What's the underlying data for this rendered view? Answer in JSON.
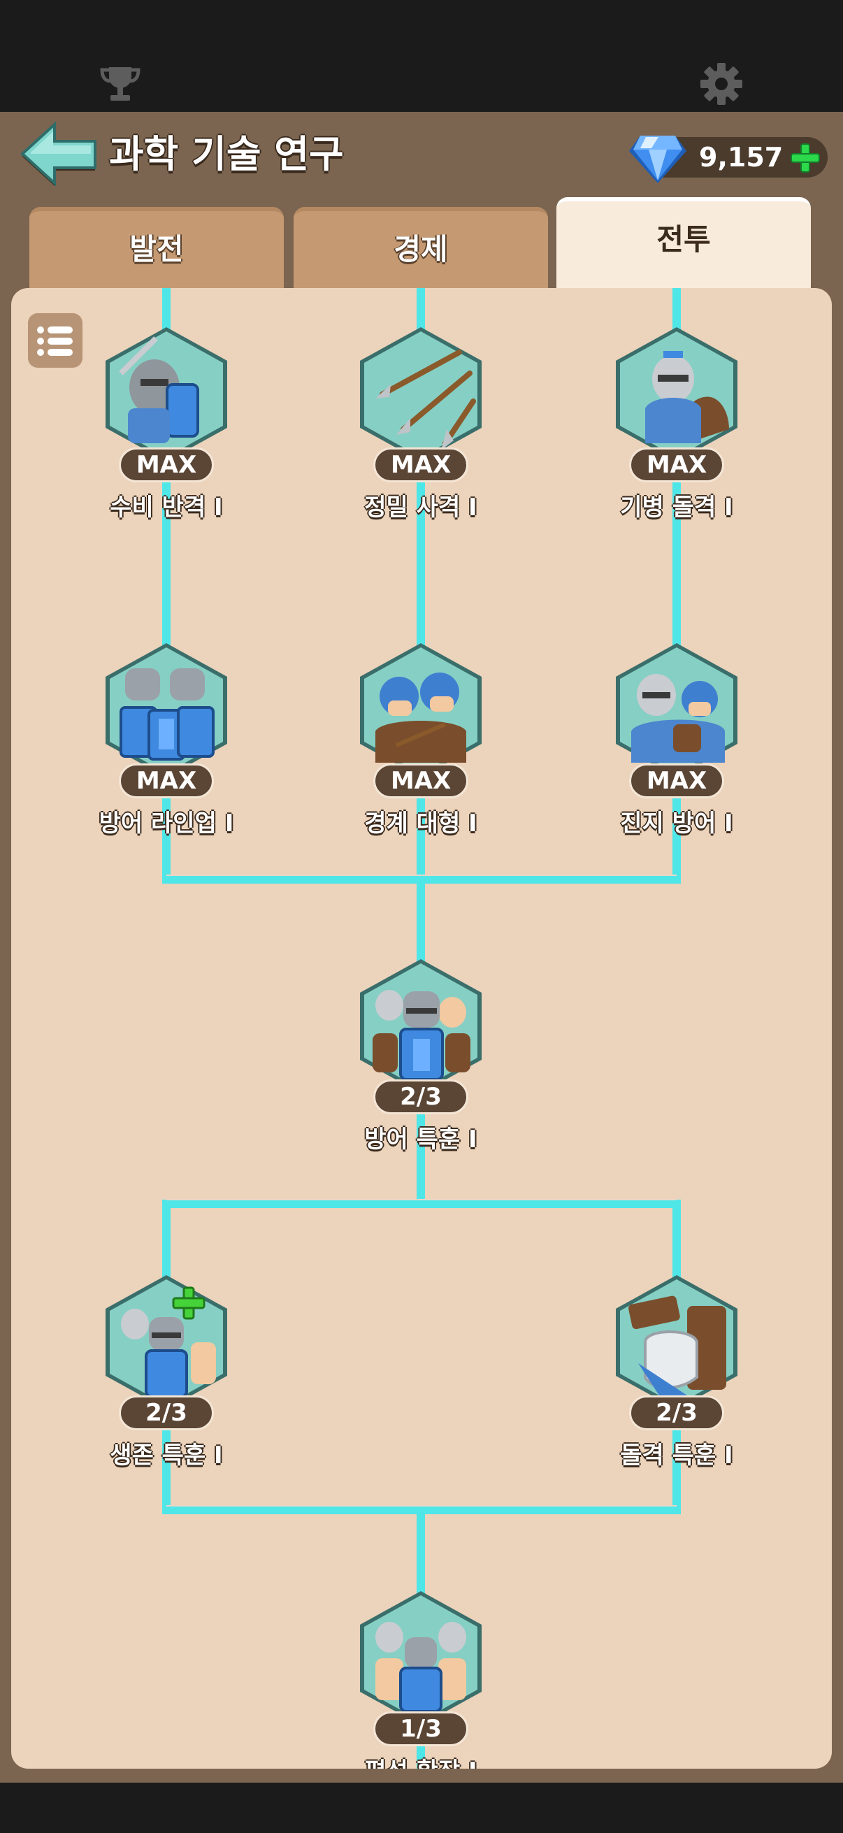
{
  "header": {
    "title": "과학 기술 연구",
    "gems": "9,157"
  },
  "tabs": [
    {
      "label": "발전"
    },
    {
      "label": "경제"
    },
    {
      "label": "전투"
    }
  ],
  "nodes": [
    {
      "badge": "MAX",
      "label": "수비 반격 I"
    },
    {
      "badge": "MAX",
      "label": "정밀 사격 I"
    },
    {
      "badge": "MAX",
      "label": "기병 돌격 I"
    },
    {
      "badge": "MAX",
      "label": "방어 라인업 I"
    },
    {
      "badge": "MAX",
      "label": "경계 대형 I"
    },
    {
      "badge": "MAX",
      "label": "진지 방어 I"
    },
    {
      "badge": "2/3",
      "label": "방어 특훈 I"
    },
    {
      "badge": "2/3",
      "label": "생존 특훈 I"
    },
    {
      "badge": "2/3",
      "label": "돌격 특훈 I"
    },
    {
      "badge": "1/3",
      "label": "편성 확장 I"
    }
  ],
  "colors": {
    "connector": "#4fe6e8",
    "panel": "#ecd3bb",
    "frame": "#7b6550",
    "tab": "#c59a73",
    "tab_active": "#f8ebdb",
    "plus": "#2bd94b",
    "hex_fill": "#86cfc4"
  },
  "icons": {
    "top_left": "trophy-icon",
    "top_right": "gear-icon",
    "back": "back-arrow-icon",
    "currency": "diamond-icon",
    "add": "plus-icon",
    "menu": "list-icon"
  }
}
